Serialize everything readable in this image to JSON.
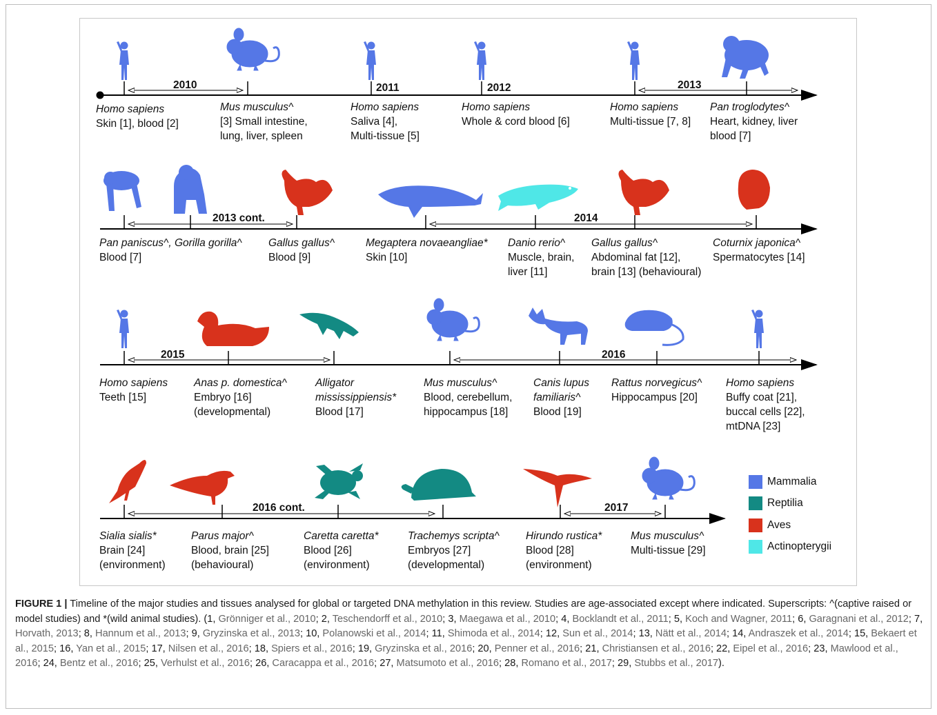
{
  "legend": [
    {
      "label": "Mammalia",
      "color": "#5577e6"
    },
    {
      "label": "Reptilia",
      "color": "#138a83"
    },
    {
      "label": "Aves",
      "color": "#d8321c"
    },
    {
      "label": "Actinopterygii",
      "color": "#4fe7e7"
    }
  ],
  "rows": [
    {
      "years": [
        "2010",
        "2011",
        "2012",
        "2013"
      ],
      "entries": [
        {
          "species": "Homo sapiens",
          "lines": [
            "Skin [1], blood [2]"
          ]
        },
        {
          "species": "Mus musculus^",
          "lines": [
            "[3] Small intestine,",
            "lung, liver, spleen"
          ]
        },
        {
          "species": "Homo sapiens",
          "lines": [
            "Saliva [4],",
            "Multi-tissue [5]"
          ]
        },
        {
          "species": "Homo sapiens",
          "lines": [
            "Whole & cord blood [6]"
          ]
        },
        {
          "species": "Homo sapiens",
          "lines": [
            "Multi-tissue [7, 8]"
          ]
        },
        {
          "species": "Pan troglodytes^",
          "lines": [
            "Heart, kidney, liver",
            "blood [7]"
          ]
        }
      ]
    },
    {
      "years": [
        "2013 cont.",
        "2014"
      ],
      "entries": [
        {
          "species": "Pan paniscus^, Gorilla gorilla^",
          "lines": [
            "Blood [7]"
          ]
        },
        {
          "species": "Gallus gallus^",
          "lines": [
            "Blood [9]"
          ]
        },
        {
          "species": "Megaptera novaeangliae*",
          "lines": [
            "Skin [10]"
          ]
        },
        {
          "species": "Danio rerio^",
          "lines": [
            "Muscle, brain,",
            "liver [11]"
          ]
        },
        {
          "species": "Gallus gallus^",
          "lines": [
            "Abdominal fat [12],",
            "brain [13] (behavioural)"
          ]
        },
        {
          "species": "Coturnix japonica^",
          "lines": [
            "Spermatocytes [14]"
          ]
        }
      ]
    },
    {
      "years": [
        "2015",
        "2016"
      ],
      "entries": [
        {
          "species": "Homo sapiens",
          "lines": [
            "Teeth [15]"
          ]
        },
        {
          "species": "Anas p. domestica^",
          "lines": [
            "Embryo [16]",
            "(developmental)"
          ]
        },
        {
          "species": "Alligator",
          "lines": [
            "mississippiensis*",
            "Blood [17]"
          ]
        },
        {
          "species": "Mus musculus^",
          "lines": [
            "Blood, cerebellum,",
            "hippocampus [18]"
          ]
        },
        {
          "species": "Canis lupus",
          "lines": [
            "familiaris^",
            "Blood [19]"
          ]
        },
        {
          "species": "Rattus norvegicus^",
          "lines": [
            "Hippocampus [20]"
          ]
        },
        {
          "species": "Homo sapiens",
          "lines": [
            "Buffy coat [21],",
            "buccal cells [22],",
            "mtDNA [23]"
          ]
        }
      ]
    },
    {
      "years": [
        "2016 cont.",
        "2017"
      ],
      "entries": [
        {
          "species": "Sialia sialis*",
          "lines": [
            "Brain [24]",
            "(environment)"
          ]
        },
        {
          "species": "Parus major^",
          "lines": [
            "Blood, brain [25]",
            "(behavioural)"
          ]
        },
        {
          "species": "Caretta caretta*",
          "lines": [
            "Blood [26]",
            "(environment)"
          ]
        },
        {
          "species": "Trachemys scripta^",
          "lines": [
            "Embryos [27]",
            "(developmental)"
          ]
        },
        {
          "species": "Hirundo rustica*",
          "lines": [
            "Blood [28]",
            "(environment)"
          ]
        },
        {
          "species": "Mus musculus^",
          "lines": [
            "Multi-tissue [29]"
          ]
        }
      ]
    }
  ],
  "caption": {
    "figure_id": "FIGURE 1 |",
    "text": " Timeline of the major studies and tissues analysed for global or targeted DNA methylation in this review. Studies are age-associated except where indicated. Superscripts: ^(captive raised or model studies) and *(wild animal studies). (",
    "refs": [
      [
        "1, ",
        "Grönniger et al., 2010"
      ],
      [
        "; 2, ",
        "Teschendorff et al., 2010"
      ],
      [
        "; 3, ",
        "Maegawa et al., 2010"
      ],
      [
        "; 4, ",
        "Bocklandt et al., 2011"
      ],
      [
        "; 5, ",
        "Koch and Wagner, 2011"
      ],
      [
        "; 6, ",
        "Garagnani et al., 2012"
      ],
      [
        "; 7, ",
        "Horvath, 2013"
      ],
      [
        "; 8, ",
        "Hannum et al., 2013"
      ],
      [
        "; 9, ",
        "Gryzinska et al., 2013"
      ],
      [
        "; 10, ",
        "Polanowski et al., 2014"
      ],
      [
        "; 11, ",
        "Shimoda et al., 2014"
      ],
      [
        "; 12, ",
        "Sun et al., 2014"
      ],
      [
        "; 13, ",
        "Nätt et al., 2014"
      ],
      [
        "; 14, ",
        "Andraszek et al., 2014"
      ],
      [
        "; 15, ",
        "Bekaert et al., 2015"
      ],
      [
        "; 16, ",
        "Yan et al., 2015"
      ],
      [
        "; 17, ",
        "Nilsen et al., 2016"
      ],
      [
        "; 18, ",
        "Spiers et al., 2016"
      ],
      [
        "; 19, ",
        "Gryzinska et al., 2016"
      ],
      [
        "; 20, ",
        "Penner et al., 2016"
      ],
      [
        "; 21, ",
        "Christiansen et al., 2016"
      ],
      [
        "; 22, ",
        "Eipel et al., 2016"
      ],
      [
        "; 23, ",
        "Mawlood et al., 2016"
      ],
      [
        "; 24, ",
        "Bentz et al., 2016"
      ],
      [
        "; 25, ",
        "Verhulst et al., 2016"
      ],
      [
        "; 26, ",
        "Caracappa et al., 2016"
      ],
      [
        "; 27, ",
        "Matsumoto et al., 2016"
      ],
      [
        "; 28, ",
        "Romano et al., 2017"
      ],
      [
        "; 29, ",
        "Stubbs et al., 2017"
      ]
    ],
    "end": ")."
  }
}
